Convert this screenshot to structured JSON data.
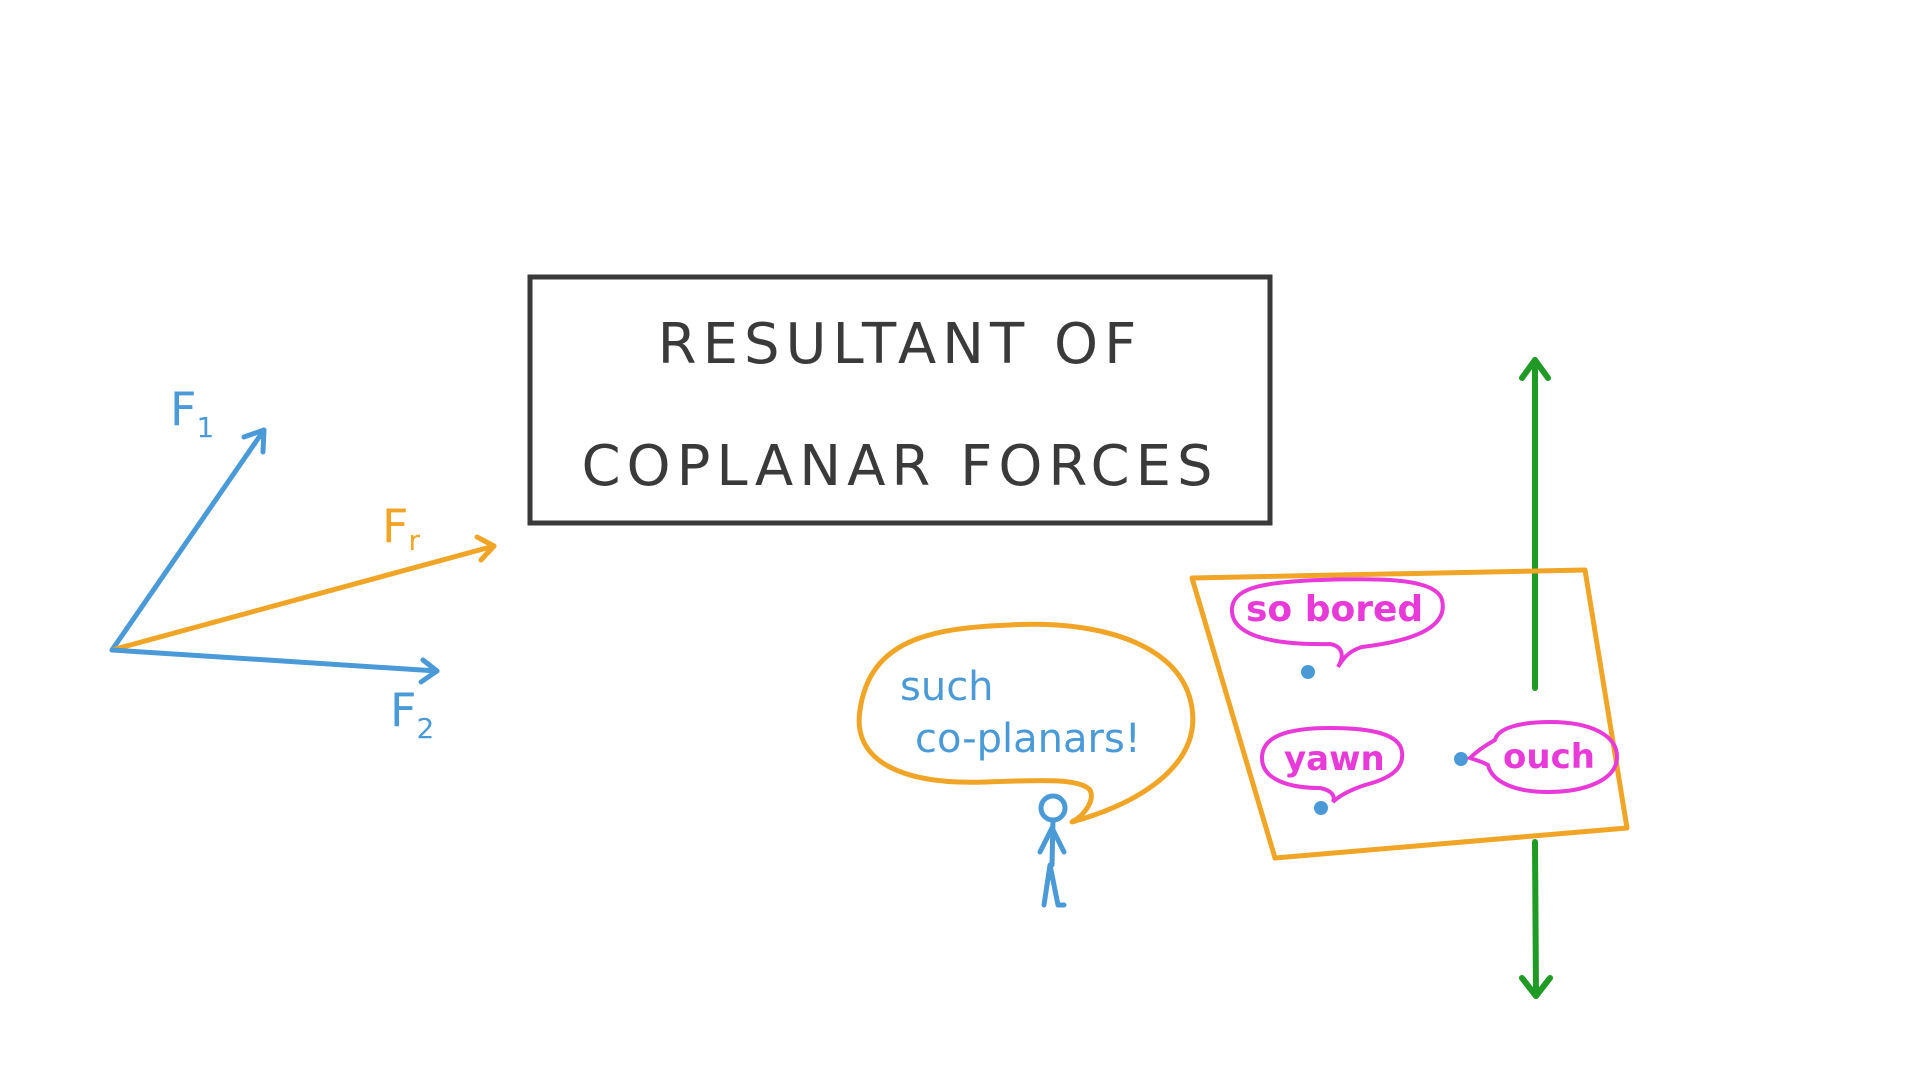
{
  "title": {
    "line1": "RESULTANT OF",
    "line2": "COPLANAR FORCES"
  },
  "vectors": {
    "f1": {
      "main": "F",
      "sub": "1"
    },
    "fr": {
      "main": "F",
      "sub": "r"
    },
    "f2": {
      "main": "F",
      "sub": "2"
    }
  },
  "person_speech": {
    "line1": "such",
    "line2": "co-planars!"
  },
  "plane_bubbles": {
    "top": "so bored",
    "left": "yawn",
    "right": "ouch"
  },
  "colors": {
    "ink": "#3a3a3a",
    "blue": "#4a9ad8",
    "orange": "#f0a526",
    "magenta": "#e83ad8",
    "green": "#1f9a25"
  }
}
